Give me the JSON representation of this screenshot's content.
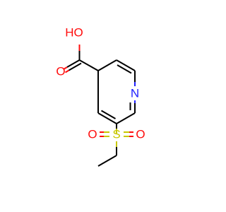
{
  "structure": {
    "colors": {
      "carbon": "#000000",
      "oxygen": "#ff0d0d",
      "nitrogen": "#2020ff",
      "sulfur": "#c8c800",
      "background": "#ffffff"
    },
    "atoms": [
      {
        "id": "hydroxyl-oxygen",
        "label": "HO",
        "color": "oxygen"
      },
      {
        "id": "carbonyl-oxygen",
        "label": "O",
        "color": "oxygen"
      },
      {
        "id": "ring-nitrogen",
        "label": "N",
        "color": "nitrogen"
      },
      {
        "id": "sulfur",
        "label": "S",
        "color": "sulfur"
      },
      {
        "id": "sulfonyl-oxygen-left",
        "label": "O",
        "color": "oxygen"
      },
      {
        "id": "sulfonyl-oxygen-right",
        "label": "O",
        "color": "oxygen"
      }
    ]
  }
}
